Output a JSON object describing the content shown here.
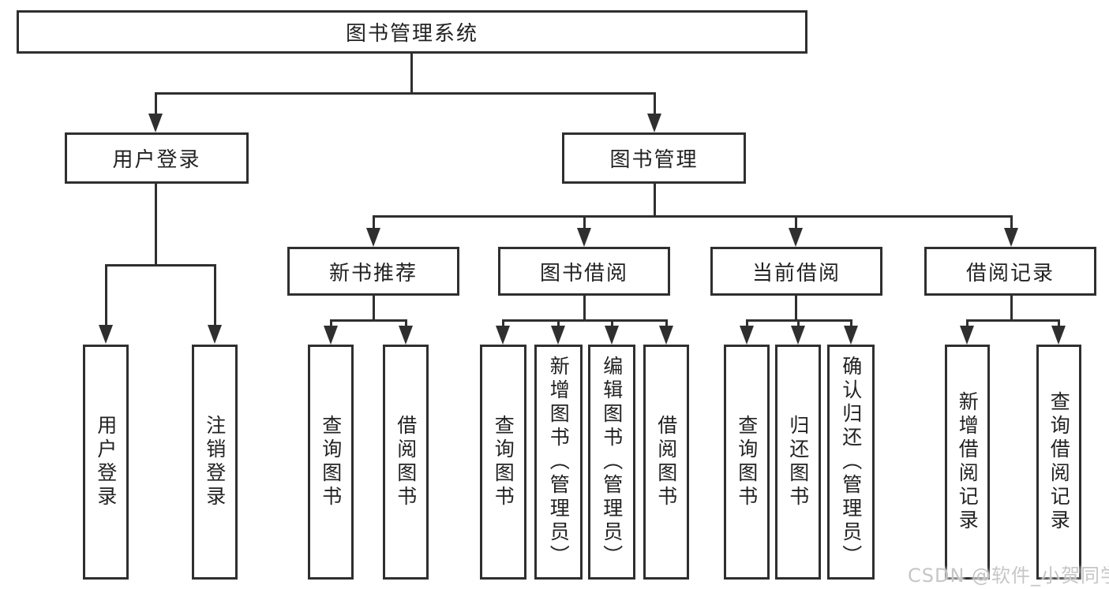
{
  "diagram": {
    "root": {
      "label": "图书管理系统"
    },
    "level2": [
      {
        "label": "用户登录"
      },
      {
        "label": "图书管理"
      }
    ],
    "level3": [
      {
        "label": "新书推荐"
      },
      {
        "label": "图书借阅"
      },
      {
        "label": "当前借阅"
      },
      {
        "label": "借阅记录"
      }
    ],
    "leaves": {
      "user": [
        "用户登录",
        "注销登录"
      ],
      "recommend": [
        "查询图书",
        "借阅图书"
      ],
      "borrow": [
        "查询图书",
        "新增图书（管理员）",
        "编辑图书（管理员）",
        "借阅图书"
      ],
      "current": [
        "查询图书",
        "归还图书",
        "确认归还（管理员）"
      ],
      "records": [
        "新增借阅记录",
        "查询借阅记录"
      ]
    }
  },
  "watermark": {
    "text": "CSDN @软件_小贺同学"
  },
  "colors": {
    "line": "#2f2f2f",
    "text": "#222222",
    "watermark": "#c6c6c6",
    "background": "#ffffff"
  }
}
